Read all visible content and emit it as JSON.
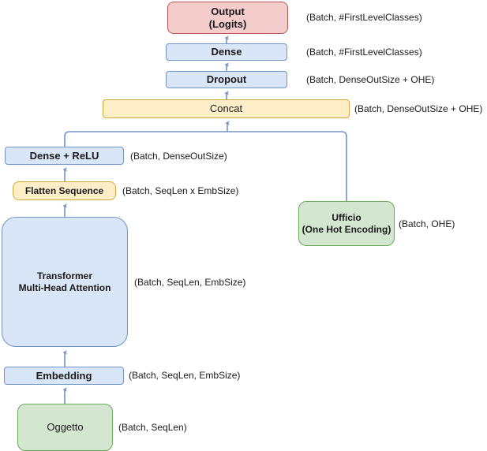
{
  "diagram": {
    "title": "Neural network architecture diagram",
    "background_color": "#ffffff",
    "colors": {
      "blue_fill": "#d8e6f8",
      "blue_stroke": "#6f94c8",
      "yellow_fill": "#fdeec8",
      "yellow_stroke": "#d6a838",
      "green_fill": "#d3e6d0",
      "green_stroke": "#6aa85c",
      "red_fill": "#f5cccc",
      "red_stroke": "#b85450",
      "connector": "#7491c4"
    },
    "nodes": {
      "output": {
        "label": "Output\n(Logits)",
        "shape_annotation": "(Batch, #FirstLevelClasses)"
      },
      "dense": {
        "label": "Dense",
        "shape_annotation": "(Batch, #FirstLevelClasses)"
      },
      "dropout": {
        "label": "Dropout",
        "shape_annotation": "(Batch, DenseOutSize + OHE)"
      },
      "concat": {
        "label": "Concat",
        "shape_annotation": "(Batch, DenseOutSize + OHE)"
      },
      "dense_relu": {
        "label": "Dense + ReLU",
        "shape_annotation": "(Batch, DenseOutSize)"
      },
      "flatten": {
        "label": "Flatten Sequence",
        "shape_annotation": "(Batch, SeqLen x EmbSize)"
      },
      "transformer": {
        "label": "Transformer\nMulti-Head Attention",
        "shape_annotation": "(Batch, SeqLen, EmbSize)"
      },
      "embedding": {
        "label": "Embedding",
        "shape_annotation": "(Batch, SeqLen, EmbSize)"
      },
      "oggetto": {
        "label": "Oggetto",
        "shape_annotation": "(Batch, SeqLen)"
      },
      "ufficio": {
        "label": "Ufficio\n(One Hot Encoding)",
        "shape_annotation": "(Batch, OHE)"
      }
    },
    "edges": [
      {
        "from": "oggetto",
        "to": "embedding"
      },
      {
        "from": "embedding",
        "to": "transformer"
      },
      {
        "from": "transformer",
        "to": "flatten"
      },
      {
        "from": "flatten",
        "to": "dense_relu"
      },
      {
        "from": "dense_relu",
        "to": "concat"
      },
      {
        "from": "ufficio",
        "to": "concat"
      },
      {
        "from": "concat",
        "to": "dropout"
      },
      {
        "from": "dropout",
        "to": "dense"
      },
      {
        "from": "dense",
        "to": "output"
      }
    ]
  }
}
